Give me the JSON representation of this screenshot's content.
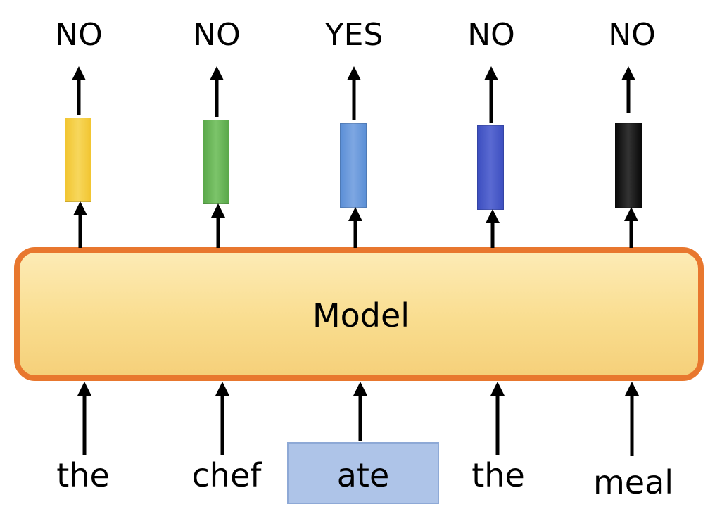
{
  "diagram": {
    "model_label": "Model",
    "columns": [
      {
        "word": "the",
        "output": "NO",
        "bar_color": "#f2c531",
        "bar_color_light": "#f7d75c"
      },
      {
        "word": "chef",
        "output": "NO",
        "bar_color": "#5aa84a",
        "bar_color_light": "#7cc46a"
      },
      {
        "word": "ate",
        "output": "YES",
        "bar_color": "#5b8fd6",
        "bar_color_light": "#7ea7e2",
        "highlighted": true
      },
      {
        "word": "the",
        "output": "NO",
        "bar_color": "#3d4fc0",
        "bar_color_light": "#5a6ad2"
      },
      {
        "word": "meal",
        "output": "NO",
        "bar_color": "#0a0a0a",
        "bar_color_light": "#333333"
      }
    ]
  },
  "colors": {
    "model_border": "#e8772e",
    "model_fill": "#f9dd8f",
    "highlight_fill": "#aec4e8",
    "arrow": "#000000"
  }
}
